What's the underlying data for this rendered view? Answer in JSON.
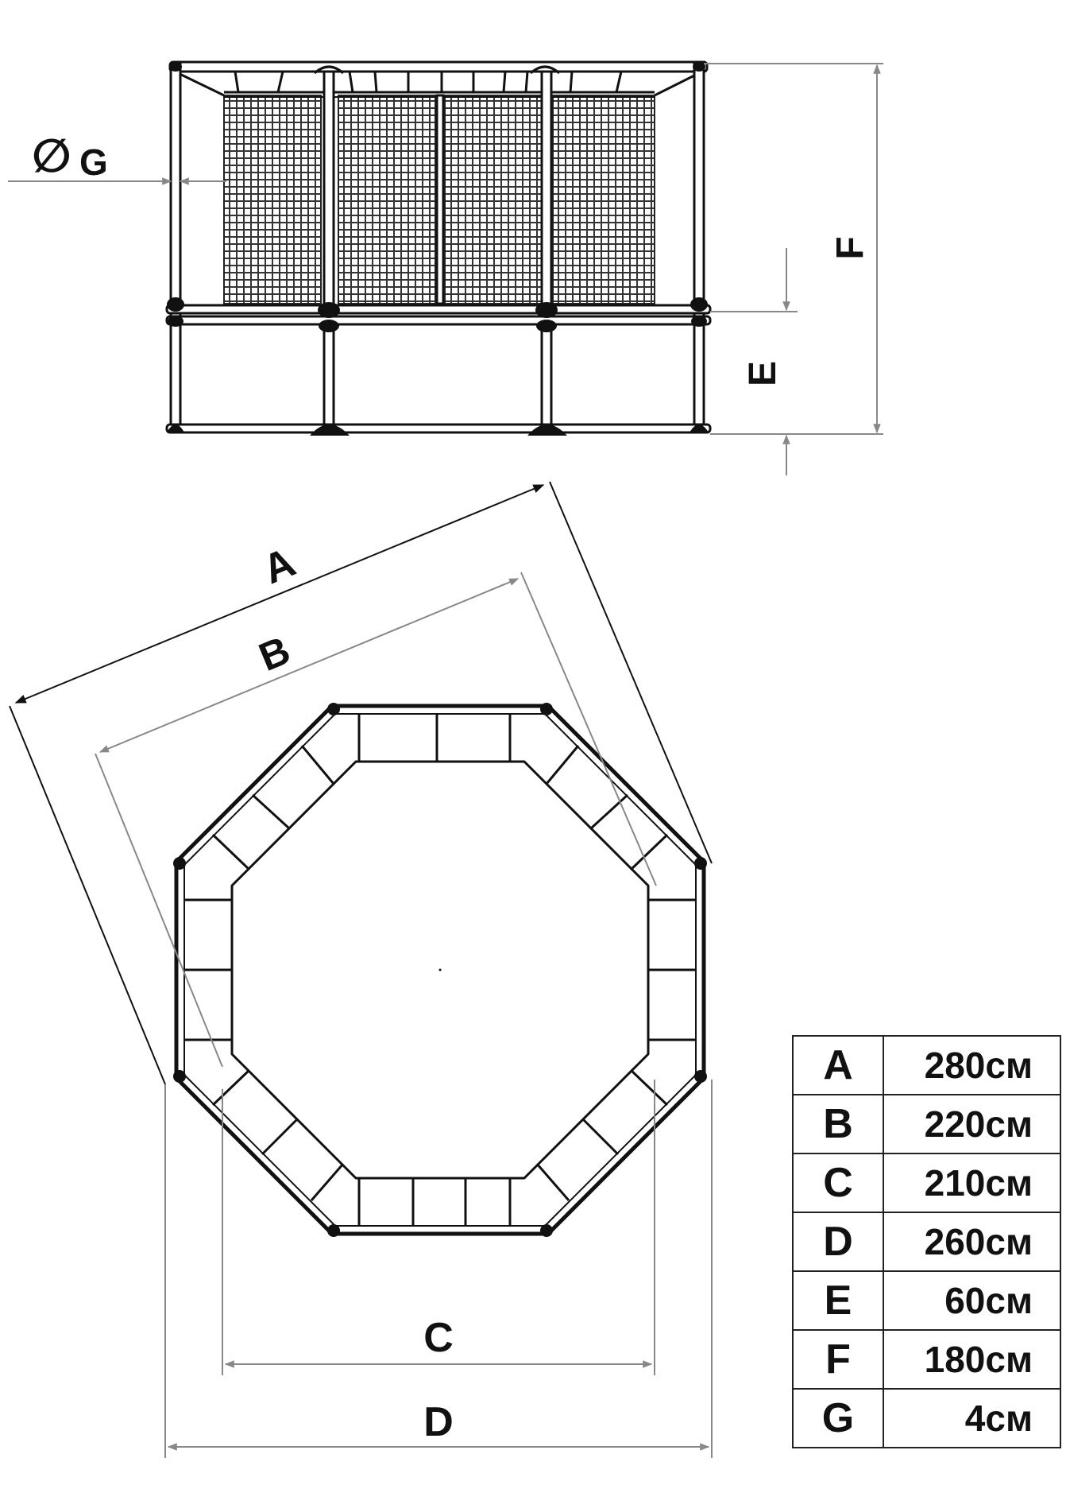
{
  "labels": {
    "a": "A",
    "b": "B",
    "c": "C",
    "d": "D",
    "e": "E",
    "f": "F",
    "g_symbol": "∅",
    "g": "G"
  },
  "specs": [
    {
      "key": "A",
      "value": "280см"
    },
    {
      "key": "B",
      "value": "220см"
    },
    {
      "key": "C",
      "value": "210см"
    },
    {
      "key": "D",
      "value": "260см"
    },
    {
      "key": "E",
      "value": "60см"
    },
    {
      "key": "F",
      "value": "180см"
    },
    {
      "key": "G",
      "value": "4см"
    }
  ],
  "colors": {
    "frame": "#111111",
    "dimension_line": "#888888",
    "net": "#333333"
  },
  "icons": [
    "arrowhead-icon",
    "diameter-icon"
  ]
}
